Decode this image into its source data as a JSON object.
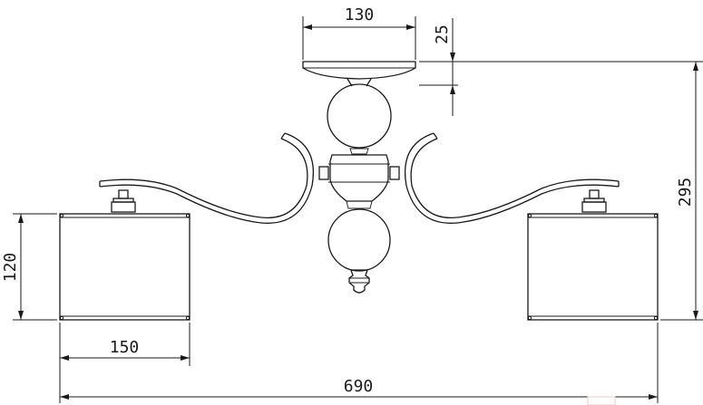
{
  "dimensions": {
    "canopy_width": "130",
    "canopy_height": "25",
    "total_height": "295",
    "shade_height": "120",
    "shade_width": "150",
    "total_width": "690"
  }
}
